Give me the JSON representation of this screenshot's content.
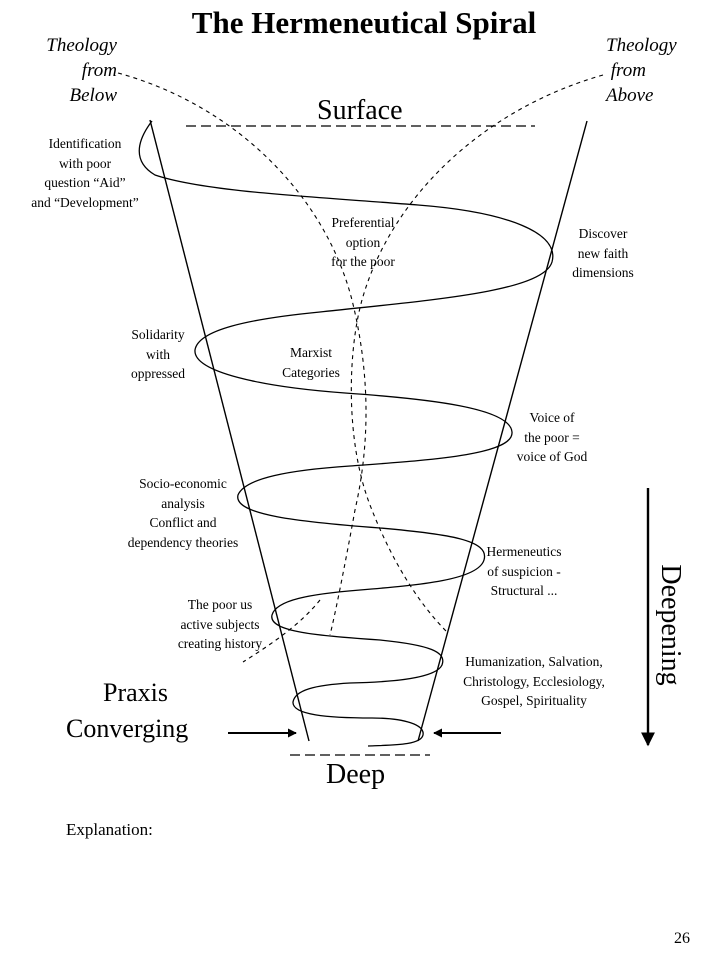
{
  "title": "The Hermeneutical Spiral",
  "theology_from_below": [
    "Theology",
    "from",
    "Below"
  ],
  "theology_from_above": [
    "Theology",
    "from",
    "Above"
  ],
  "surface": "Surface",
  "deep": "Deep",
  "deepening": "Deepening",
  "praxis": "Praxis",
  "converging": "Converging",
  "labels": {
    "identification": "Identification\nwith poor\nquestion “Aid”\nand “Development”",
    "preferential": "Preferential\noption\nfor the poor",
    "discover": "Discover\nnew faith\ndimensions",
    "solidarity": "Solidarity\nwith\noppressed",
    "marxist": "Marxist\nCategories",
    "voice": "Voice of\nthe poor =\nvoice of God",
    "socio": "Socio-economic\nanalysis\nConflict and\ndependency theories",
    "hermeneutics": "Hermeneutics\nof suspicion -\nStructural ...",
    "poor_active": "The poor us\nactive subjects\ncreating history",
    "humanization": "Humanization, Salvation,\nChristology, Ecclesiology,\nGospel, Spirituality"
  },
  "explanation_label": "Explanation:",
  "page_number": "26"
}
